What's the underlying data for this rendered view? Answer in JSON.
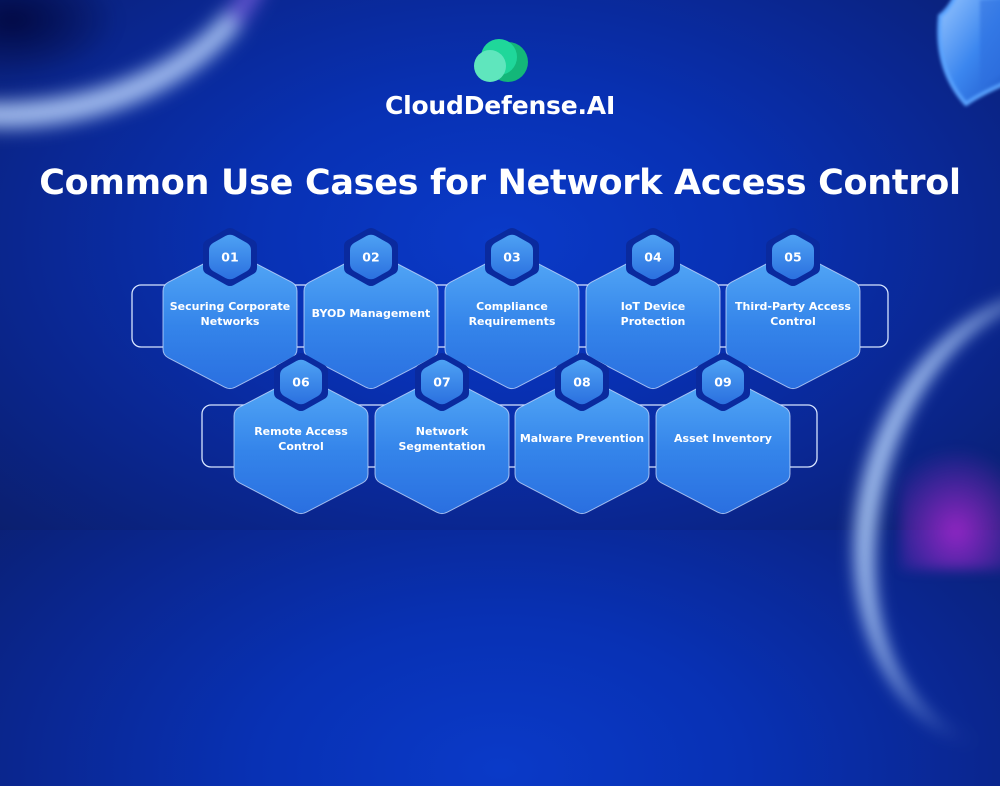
{
  "brand": {
    "name": "CloudDefense.AI",
    "logo_icon": "cloud-icon",
    "colors": {
      "logo_light": "#5fe6bd",
      "logo_mid": "#1fd79a",
      "logo_dark": "#13b779"
    }
  },
  "title": "Common Use Cases for Network Access Control",
  "decorations": {
    "top_right": "shield-icon"
  },
  "theme": {
    "background": "#0831b4",
    "hex_fill_top": "#4da3f5",
    "hex_fill_bottom": "#2a6fe0",
    "badge_border": "#0a2a9e",
    "outline": "#cfe0ff",
    "text": "#ffffff"
  },
  "use_cases": [
    {
      "number": "01",
      "lines": [
        "Securing Corporate",
        "Networks"
      ]
    },
    {
      "number": "02",
      "lines": [
        "BYOD Management"
      ]
    },
    {
      "number": "03",
      "lines": [
        "Compliance",
        "Requirements"
      ]
    },
    {
      "number": "04",
      "lines": [
        "IoT Device",
        "Protection"
      ]
    },
    {
      "number": "05",
      "lines": [
        "Third-Party Access",
        "Control"
      ]
    },
    {
      "number": "06",
      "lines": [
        "Remote Access",
        "Control"
      ]
    },
    {
      "number": "07",
      "lines": [
        "Network",
        "Segmentation"
      ]
    },
    {
      "number": "08",
      "lines": [
        "Malware Prevention"
      ]
    },
    {
      "number": "09",
      "lines": [
        "Asset Inventory"
      ]
    }
  ]
}
